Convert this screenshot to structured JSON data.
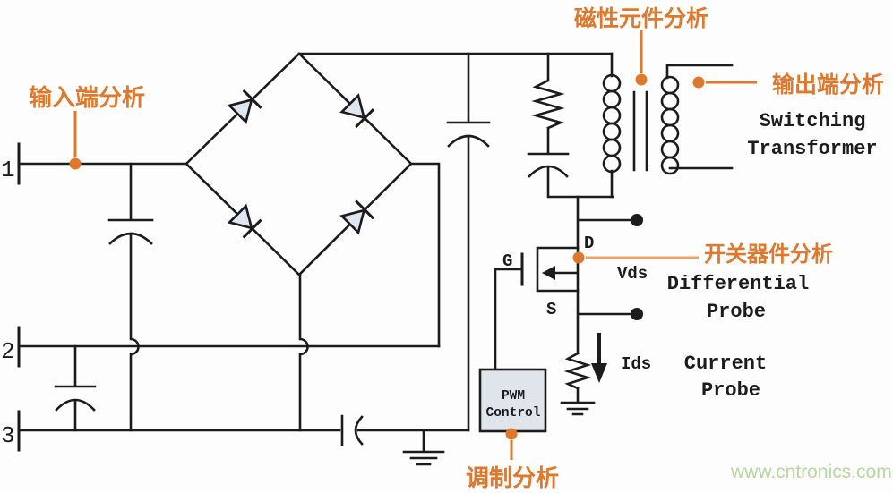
{
  "annotations": {
    "input": "输入端分析",
    "magnetic": "磁性元件分析",
    "output": "输出端分析",
    "switch_device": "开关器件分析",
    "modulation": "调制分析"
  },
  "labels": {
    "transformer_line1": "Switching",
    "transformer_line2": "Transformer",
    "diff_probe_line1": "Differential",
    "diff_probe_line2": "Probe",
    "current_probe_line1": "Current",
    "current_probe_line2": "Probe",
    "vds": "Vds",
    "ids": "Ids",
    "gate": "G",
    "drain": "D",
    "source": "S",
    "pwm_line1": "PWM",
    "pwm_line2": "Control",
    "terminal1": "1",
    "terminal2": "2",
    "terminal3": "3"
  },
  "watermark": "www.cntronics.com",
  "colors": {
    "wire": "#1c1c1c",
    "accent": "#e0782c",
    "accent_light": "#eca566",
    "diode_fill": "#dee6f0",
    "pwm_fill": "#e0e5ec",
    "watermark": "#b5d89c"
  }
}
